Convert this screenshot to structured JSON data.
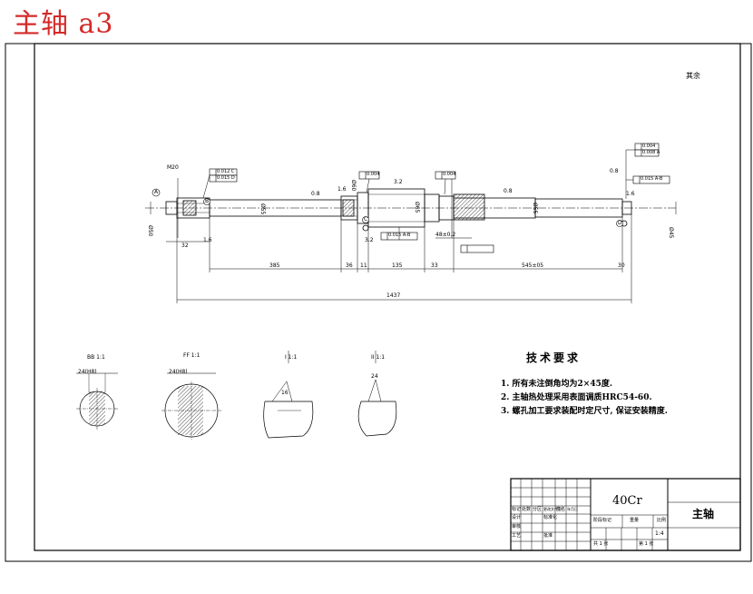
{
  "header": {
    "title": "主轴 a3"
  },
  "roughness_note": "其余",
  "shaft": {
    "dimensions": {
      "overall": "1437",
      "seg1": "385",
      "seg2": "36",
      "seg3": "11",
      "seg4": "135",
      "seg5": "33",
      "seg6": "545±05",
      "seg7": "30",
      "left_end": "32",
      "keyway_right": "48±0.2",
      "thread_left": "M20"
    },
    "diameters": [
      "Ø50",
      "Ø55",
      "Ø60",
      "Ø65",
      "Ø55",
      "Ø45"
    ],
    "roughness": [
      "0.8",
      "1.6",
      "3.2",
      "0.8",
      "1.6",
      "0.8",
      "3.2",
      "1.6"
    ],
    "tolerance_frames": [
      "0.012 C",
      "0.015 D",
      "0.004",
      "0.004",
      "0.015 A-B",
      "0.004",
      "0.008 A",
      "0.015 A-B"
    ],
    "datums": [
      "A",
      "B",
      "C",
      "D"
    ]
  },
  "sections": {
    "labels": [
      "BB 1:1",
      "FF 1:1",
      "I 1:1",
      "II 1:1"
    ],
    "dims": [
      "24(H8)",
      "24(H8)",
      "16",
      "24"
    ]
  },
  "technical_requirements": {
    "title": "技术要求",
    "items": [
      "1. 所有未注倒角均为2×45度.",
      "2. 主轴热处理采用表面调质HRC54-60.",
      "3. 螺孔加工要求装配时定尺寸, 保证安装精度."
    ]
  },
  "title_block": {
    "material": "40Cr",
    "part_name": "主轴",
    "scale": "1:4",
    "fields": [
      "标记",
      "处数",
      "分区",
      "更改文件号",
      "签名",
      "年月日",
      "设计",
      "标准化",
      "审核",
      "工艺",
      "批准",
      "阶段标记",
      "重量",
      "比例",
      "共 1 张",
      "第 1 张"
    ]
  }
}
